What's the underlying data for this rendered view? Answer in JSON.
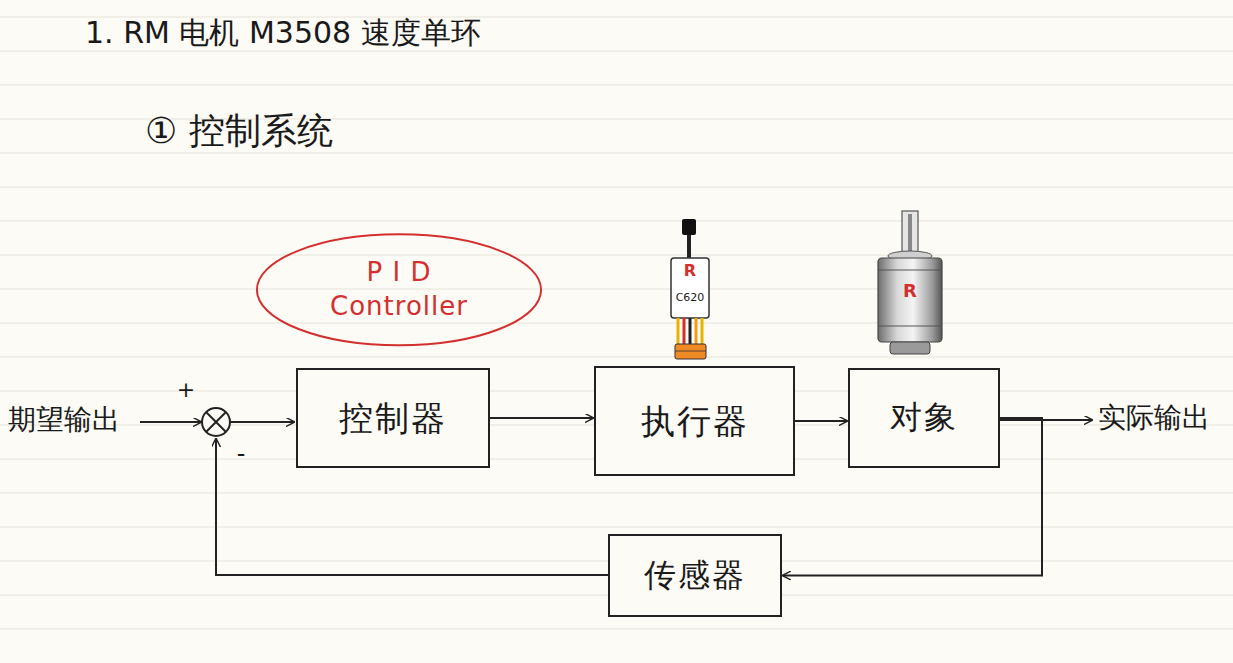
{
  "diagram": {
    "title": "1. RM 电机 M3508 速度单环",
    "nodes": [
      {
        "text": [
          "P I D Controller"
        ]
      },
      {
        "text": [
          "控制器"
        ]
      },
      {
        "text": [
          "执行器"
        ]
      },
      {
        "text": [
          "对象"
        ]
      },
      {
        "text": [
          "传感器"
        ]
      }
    ],
    "edges": [
      {
        "from": 1,
        "to": 2,
        "arrow": "to"
      },
      {
        "from": 2,
        "to": 3,
        "arrow": "to"
      },
      {
        "from": 3,
        "to": 4,
        "arrow": "to"
      }
    ],
    "labels": [
      "① 控制系统",
      "期望输出",
      "+",
      "-",
      "实际输出",
      "R",
      "C620",
      "R"
    ]
  }
}
